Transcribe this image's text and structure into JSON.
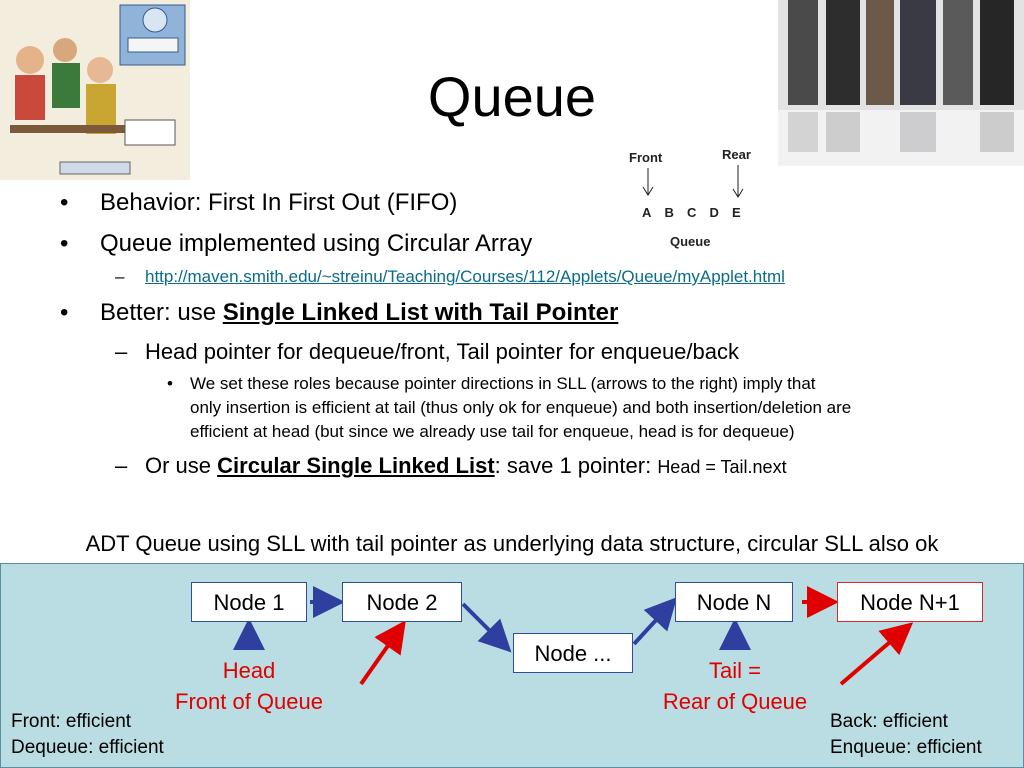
{
  "slide": {
    "title": "Queue",
    "mini_diagram": {
      "front_label": "Front",
      "rear_label": "Rear",
      "letters": [
        "A",
        "B",
        "C",
        "D",
        "E"
      ],
      "caption": "Queue"
    },
    "bullets": {
      "b1": "Behavior: First In First Out (FIFO)",
      "b2": "Queue implemented using Circular Array",
      "b2_link": "http://maven.smith.edu/~streinu/Teaching/Courses/112/Applets/Queue/myApplet.html",
      "b3_prefix": "Better: use ",
      "b3_bold": "Single Linked List with Tail Pointer",
      "b3_sub1": "Head pointer for dequeue/front, Tail pointer for enqueue/back",
      "b3_sub1_detail": [
        "We set these roles because pointer directions in SLL (arrows to the right) imply that",
        "only insertion is efficient at tail (thus only ok for enqueue) and both insertion/deletion are",
        "efficient at head (but since we already use tail for enqueue, head is for dequeue)"
      ],
      "b3_sub2_prefix": "Or use ",
      "b3_sub2_bold": "Circular Single Linked List",
      "b3_sub2_mid": ": save 1 pointer: ",
      "b3_sub2_small": "Head = Tail.next"
    },
    "caption": "ADT Queue using SLL with tail pointer as underlying data structure, circular SLL also ok",
    "diagram": {
      "nodes": {
        "n1": "Node 1",
        "n2": "Node 2",
        "nmid": "Node ...",
        "nN": "Node  N",
        "nN1": "Node  N+1"
      },
      "head_line1": "Head",
      "head_line2": "Front of Queue",
      "tail_line1": "Tail =",
      "tail_line2": "Rear of Queue",
      "front_eff": "Front: efficient",
      "dequeue_eff": "Dequeue: efficient",
      "back_eff": "Back: efficient",
      "enqueue_eff": "Enqueue: efficient"
    },
    "colors": {
      "panel": "#b9dde2",
      "arrow_blue": "#2f3f9f",
      "arrow_red": "#e00000",
      "link": "#0b6b8a"
    }
  }
}
